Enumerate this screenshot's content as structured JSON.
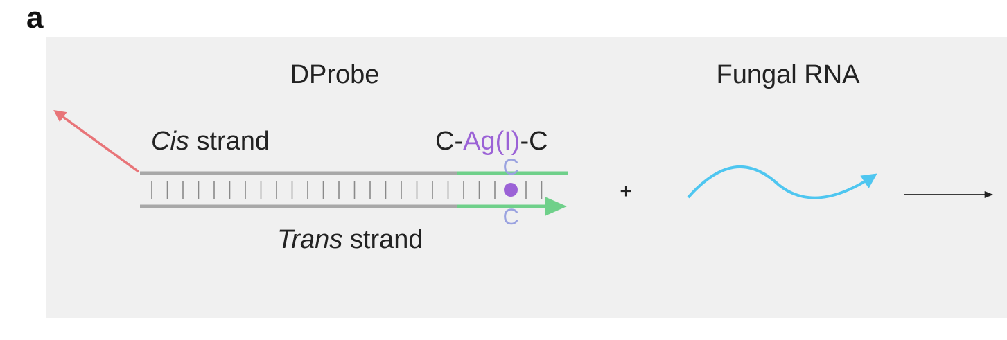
{
  "panel_label": "a",
  "dprobe_title": "DProbe",
  "fungal_title": "Fungal RNA",
  "cis_label": {
    "italic": "Cis",
    "rest": " strand"
  },
  "trans_label": {
    "italic": "Trans",
    "rest": " strand"
  },
  "complex_label": {
    "left": "C-",
    "middle": "Ag(I)",
    "right": "-C"
  },
  "top_base": "C",
  "bottom_base": "C",
  "plus_sign": "+",
  "colors": {
    "background": "#f0f0f0",
    "strand_gray": "#a8a8a8",
    "strand_green": "#6fd08a",
    "arrow_red": "#e87478",
    "silver_purple": "#9b62d6",
    "base_lavender": "#9aa2e0",
    "rna_blue": "#4ec6f0",
    "rung_gray": "#8a8a8a",
    "text": "#222222"
  },
  "icons": {
    "release_arrow": "red-arrow-icon",
    "rna": "wavy-rna-arrow-icon",
    "reaction_arrow": "right-arrow-icon"
  }
}
